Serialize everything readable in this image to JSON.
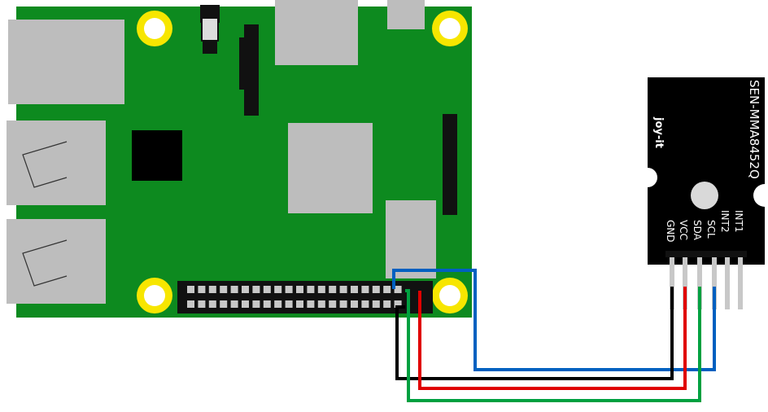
{
  "colors": {
    "board": "#0d8a1f",
    "board_edge": "#0a6f18",
    "mount_hole_ring": "#f7e600",
    "mount_hole": "#ffffff",
    "port_gray": "#bdbdbd",
    "chip_black": "#000000",
    "header_black": "#111111",
    "pin_gray": "#c8c8c8",
    "sensor_body": "#000000",
    "wire_gnd": "#000000",
    "wire_vcc": "#e00000",
    "wire_sda": "#00a040",
    "wire_scl": "#0060c0"
  },
  "icons": {
    "raspberry_pi": "raspberry-pi-board-icon",
    "sensor_module": "accelerometer-module-icon",
    "logo": "joy-it-logo"
  },
  "sensor": {
    "title": "SEN-MMA8452Q",
    "logo_text": "joy-it",
    "pins": [
      "GND",
      "VCC",
      "SDA",
      "SCL",
      "INT2",
      "INT1"
    ]
  },
  "wiring": [
    {
      "from": "GND",
      "to": "raspberry-pi-pin-6",
      "color": "#000000"
    },
    {
      "from": "VCC",
      "to": "raspberry-pi-pin-1",
      "color": "#e00000"
    },
    {
      "from": "SDA",
      "to": "raspberry-pi-pin-3",
      "color": "#00a040"
    },
    {
      "from": "SCL",
      "to": "raspberry-pi-pin-5",
      "color": "#0060c0"
    }
  ]
}
